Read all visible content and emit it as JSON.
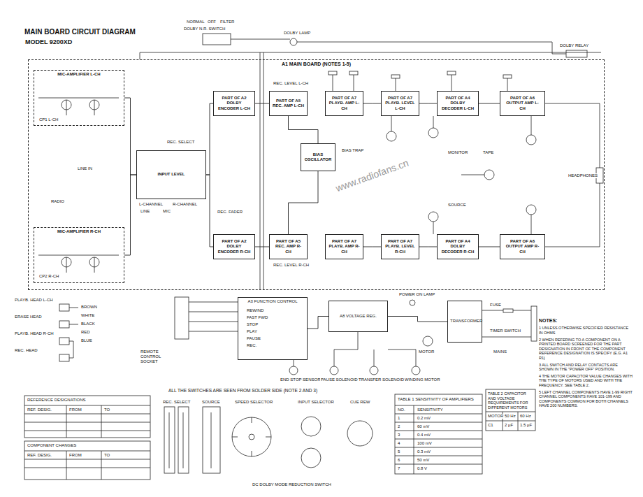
{
  "diagram": {
    "title": "MAIN BOARD CIRCUIT DIAGRAM",
    "nodes": [
      {
        "text": [
          "A1 MAIN BOARD (NOTES 1-5)"
        ]
      },
      {
        "text": [
          "MIC-AMPLIFIER L-CH"
        ],
        "in": 0
      },
      {
        "text": [
          "PART OF A2 DOLBY ENCODER L-CH"
        ],
        "in": 0
      },
      {
        "text": [
          "PART OF A5 REC. AMP L-CH"
        ],
        "in": 0
      },
      {
        "text": [
          "PART OF A7 PLAYB. AMP L-CH"
        ],
        "in": 0
      },
      {
        "text": [
          "PART OF A7 PLAYB. LEVEL L-CH"
        ],
        "in": 0
      },
      {
        "text": [
          "PART OF A4 DOLBY DECODER L-CH"
        ],
        "in": 0
      },
      {
        "text": [
          "PART OF A6 OUTPUT AMP L-CH"
        ],
        "in": 0
      },
      {
        "text": [
          "INPUT LEVEL"
        ],
        "in": 0
      },
      {
        "text": [
          "BIAS OSCILLATOR"
        ],
        "in": 0
      },
      {
        "text": [
          "MIC-AMPLIFIER R-CH"
        ],
        "in": 0
      },
      {
        "text": [
          "PART OF A2 DOLBY ENCODER R-CH"
        ],
        "in": 0
      },
      {
        "text": [
          "PART OF A5 REC. AMP R-CH"
        ],
        "in": 0
      },
      {
        "text": [
          "PART OF A7 PLAYB. AMP R-CH"
        ],
        "in": 0
      },
      {
        "text": [
          "PART OF A7 PLAYB. LEVEL R-CH"
        ],
        "in": 0
      },
      {
        "text": [
          "PART OF A4 DOLBY DECODER R-CH"
        ],
        "in": 0
      },
      {
        "text": [
          "PART OF A6 OUTPUT AMP R-CH"
        ],
        "in": 0
      },
      {
        "text": [
          "A3 FUNCTION CONTROL"
        ]
      },
      {
        "text": [
          "A8 VOLTAGE REG."
        ]
      },
      {
        "text": [
          "TRANSFORMER"
        ]
      }
    ],
    "edges": [
      {
        "from": 1,
        "to": 8,
        "arrow": "none"
      },
      {
        "from": 10,
        "to": 8,
        "arrow": "none"
      },
      {
        "from": 8,
        "to": 2,
        "arrow": "none"
      },
      {
        "from": 8,
        "to": 11,
        "arrow": "none"
      },
      {
        "from": 2,
        "to": 3,
        "arrow": "none"
      },
      {
        "from": 11,
        "to": 12,
        "arrow": "none"
      },
      {
        "from": 9,
        "to": 3,
        "arrow": "none"
      },
      {
        "from": 9,
        "to": 12,
        "arrow": "none"
      },
      {
        "from": 4,
        "to": 5,
        "arrow": "none"
      },
      {
        "from": 5,
        "to": 6,
        "arrow": "none"
      },
      {
        "from": 6,
        "to": 7,
        "arrow": "none"
      },
      {
        "from": 13,
        "to": 14,
        "arrow": "none"
      },
      {
        "from": 14,
        "to": 15,
        "arrow": "none"
      },
      {
        "from": 15,
        "to": 16,
        "arrow": "none"
      },
      {
        "from": 17,
        "to": 18,
        "arrow": "none"
      },
      {
        "from": 18,
        "to": 19,
        "arrow": "none"
      }
    ],
    "labels": [
      "MODEL 9200XD",
      "NORMAL",
      "OFF",
      "FILTER",
      "DOLBY N.R. SWITCH",
      "DOLBY LAMP",
      "DOLBY RELAY",
      "CP1 L-CH",
      "CP2 R-CH",
      "LINE IN",
      "RADIO",
      "REC. SELECT",
      "L-CHANNEL",
      "R-CHANNEL",
      "LINE",
      "MIC",
      "REC. FADER",
      "BIAS TRAP",
      "REC. LEVEL L-CH",
      "REC. LEVEL R-CH",
      "HEADPHONES",
      "MONITOR",
      "TAPE",
      "SOURCE",
      "PLAYB. HEAD L-CH",
      "ERASE HEAD",
      "PLAYB. HEAD R-CH",
      "REC. HEAD",
      "BROWN",
      "WHITE",
      "BLACK",
      "RED",
      "BLUE",
      "REMOTE CONTROL SOCKET",
      "REWIND",
      "FAST FWD",
      "STOP",
      "PLAY",
      "PAUSE",
      "REC.",
      "POWER ON LAMP",
      "FUSE",
      "TIMER SWITCH",
      "MAINS",
      "MOTOR",
      "END STOP SENSOR",
      "PAUSE SOLENOID",
      "TRANSFER SOLENOID",
      "WINDING MOTOR",
      "ALL THE SWITCHES ARE SEEN FROM SOLDER SIDE (NOTE 2 AND 3)",
      "REC. SELECT",
      "SOURCE",
      "SPEED SELECTOR",
      "INPUT SELECTOR",
      "CUE REW",
      "DC DOLBY MODE REDUCTION SWITCH",
      "NOTES:",
      "1 UNLESS OTHERWISE SPECIFIED RESISTANCE IN OHMS",
      "2 WHEN REFERING TO A COMPONENT ON A PRINTED BOARD SCREENED FOR THE PART DESIGNATION IN FRONT OF THE COMPONENT REFERENCE DESIGNATION IS SPECIFY (E.G. A1 R1)",
      "3 ALL SWITCH AND RELAY CONTACTS ARE SHOWN IN THE \"POWER OFF\" POSITION.",
      "4 THE MOTOR CAPACITOR VALUE CHANGES WITH THE TYPE OF MOTORS USED AND WITH THE FREQUENCY. SEE TABLE 2.",
      "5 LEFT CHANNEL COMPONENTS HAVE 1-99 RIGHT CHANNEL COMPONENTS HAVE 101-199 AND COMPONENTS COMMON FOR BOTH CHANNELS HAVE 200 NUMBERS.",
      "TABLE 1 SENSITIVITY OF AMPLIFIERS",
      "NO.",
      "SENSITIVITY",
      "1",
      "0.2 mV",
      "2",
      "60 mV",
      "3",
      "0.4 mV",
      "4",
      "100 mV",
      "5",
      "0.3 mV",
      "6",
      "50 mV",
      "7",
      "0.8 V",
      "TABLE 2 CAPACITOR AND VOLTAGE REQUIREMENTS FOR DIFFERENT MOTORS",
      "MOTOR",
      "50 Hz",
      "60 Hz",
      "C1",
      "2 µF",
      "1.5 µF",
      "REFERENCE DESIGNATIONS",
      "REF. DESIG.",
      "FROM",
      "TO",
      "COMPONENT CHANGES",
      "REF. DESIG.",
      "FROM",
      "TO",
      "www.radiofans.cn"
    ]
  }
}
